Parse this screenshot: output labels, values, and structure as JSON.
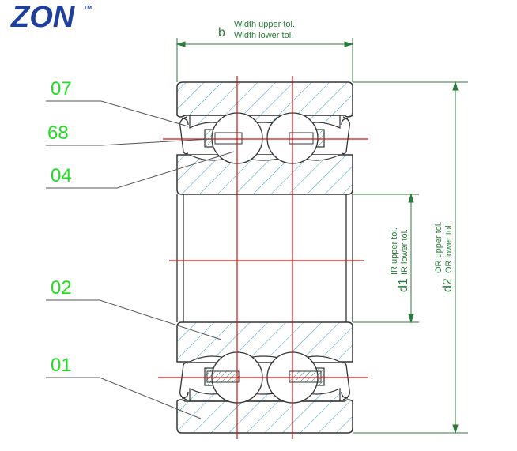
{
  "logo": {
    "text": "ZON",
    "trademark": "TM",
    "color": "#1f3f9c"
  },
  "dimensions": {
    "width_symbol": "b",
    "width_upper": "Width upper tol.",
    "width_lower": "Width lower tol.",
    "bore_symbol": "d1",
    "bore_upper": "IR upper tol.",
    "bore_lower": "IR lower tol.",
    "outer_symbol": "d2",
    "outer_upper": "OR upper tol.",
    "outer_lower": "OR lower tol."
  },
  "parts": [
    {
      "id": "07"
    },
    {
      "id": "68"
    },
    {
      "id": "04"
    },
    {
      "id": "02"
    },
    {
      "id": "01"
    }
  ],
  "colors": {
    "callout": "#22dd22",
    "dimension": "#2c7a3a",
    "centerline": "#dd1111",
    "hatch": "#3aa0b5",
    "outline": "#333333",
    "cage": "#8ed3c7"
  }
}
